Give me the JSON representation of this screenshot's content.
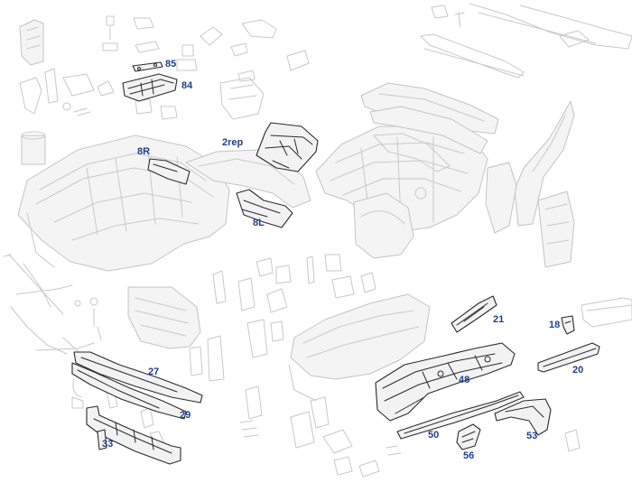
{
  "callouts": {
    "p85": "85",
    "p84": "84",
    "p2rep": "2rep",
    "p8R": "8R",
    "p8L": "8L",
    "p21": "21",
    "p18": "18",
    "p20": "20",
    "p48": "48",
    "p27": "27",
    "p29": "29",
    "p33": "33",
    "p50": "50",
    "p56": "56",
    "p53": "53"
  },
  "colors": {
    "callout_text": "#1f3f8f",
    "highlight_stroke": "#2b2b2b",
    "faded_stroke": "#c9c9c9"
  }
}
